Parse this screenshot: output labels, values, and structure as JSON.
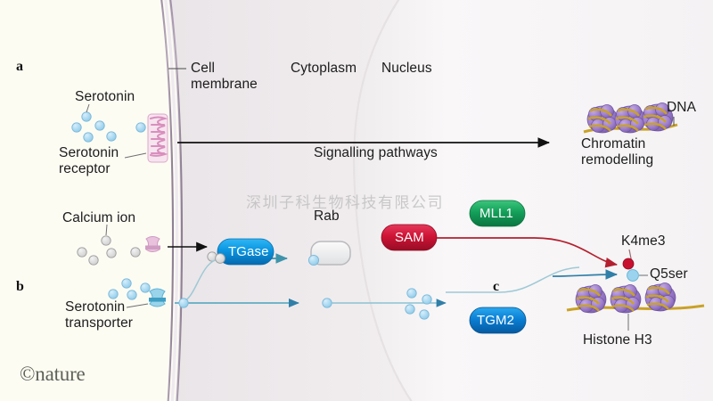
{
  "figure": {
    "publisher_mark": "©nature",
    "watermark": "深圳子科生物科技有限公司",
    "panels": {
      "a": "a",
      "b": "b",
      "c": "c"
    }
  },
  "regions": {
    "extracellular_color": "#fdfcf3",
    "cytoplasm_color": "#f2eff0",
    "nucleus_color": "#f7f5f6",
    "membrane_color": "#8d7e93"
  },
  "labels": {
    "cell_membrane": "Cell\nmembrane",
    "cytoplasm": "Cytoplasm",
    "nucleus": "Nucleus",
    "serotonin": "Serotonin",
    "serotonin_receptor": "Serotonin\nreceptor",
    "calcium_ion": "Calcium ion",
    "serotonin_transporter": "Serotonin\ntransporter",
    "signalling_pathways": "Signalling pathways",
    "chromatin_remodelling": "Chromatin\nremodelling",
    "dna": "DNA",
    "rab": "Rab",
    "k4me3": "K4me3",
    "q5ser": "Q5ser",
    "histone_h3": "Histone H3"
  },
  "proteins": [
    {
      "id": "tgase",
      "label": "TGase",
      "color": "#0a95e0",
      "text_color": "#ffffff"
    },
    {
      "id": "sam",
      "label": "SAM",
      "color": "#cf1436",
      "text_color": "#ffffff"
    },
    {
      "id": "mll1",
      "label": "MLL1",
      "color": "#14a05a",
      "text_color": "#ffffff"
    },
    {
      "id": "tgm2",
      "label": "TGM2",
      "color": "#0a7fd4",
      "text_color": "#ffffff"
    }
  ],
  "marks": {
    "k4me3_color": "#c8102e",
    "q5ser_color": "#7fc5e8",
    "serotonin_dot_color": "#a8d8f0",
    "calcium_dot_color": "#d9d9d9",
    "dna_color": "#c9a227",
    "histone_color": "#9b7cc8",
    "receptor_color": "#edbad8",
    "transporter_color": "#9ad4ea"
  },
  "arrows": {
    "signalling": "black",
    "calcium_to_tgase": "black",
    "tgase_to_rab": "#3f94ab",
    "transporter_to_nucleus": "#4aa3bd",
    "sam_to_k4me3": "#b3202f",
    "tgm2_to_q5ser": "#2f7fa8"
  }
}
